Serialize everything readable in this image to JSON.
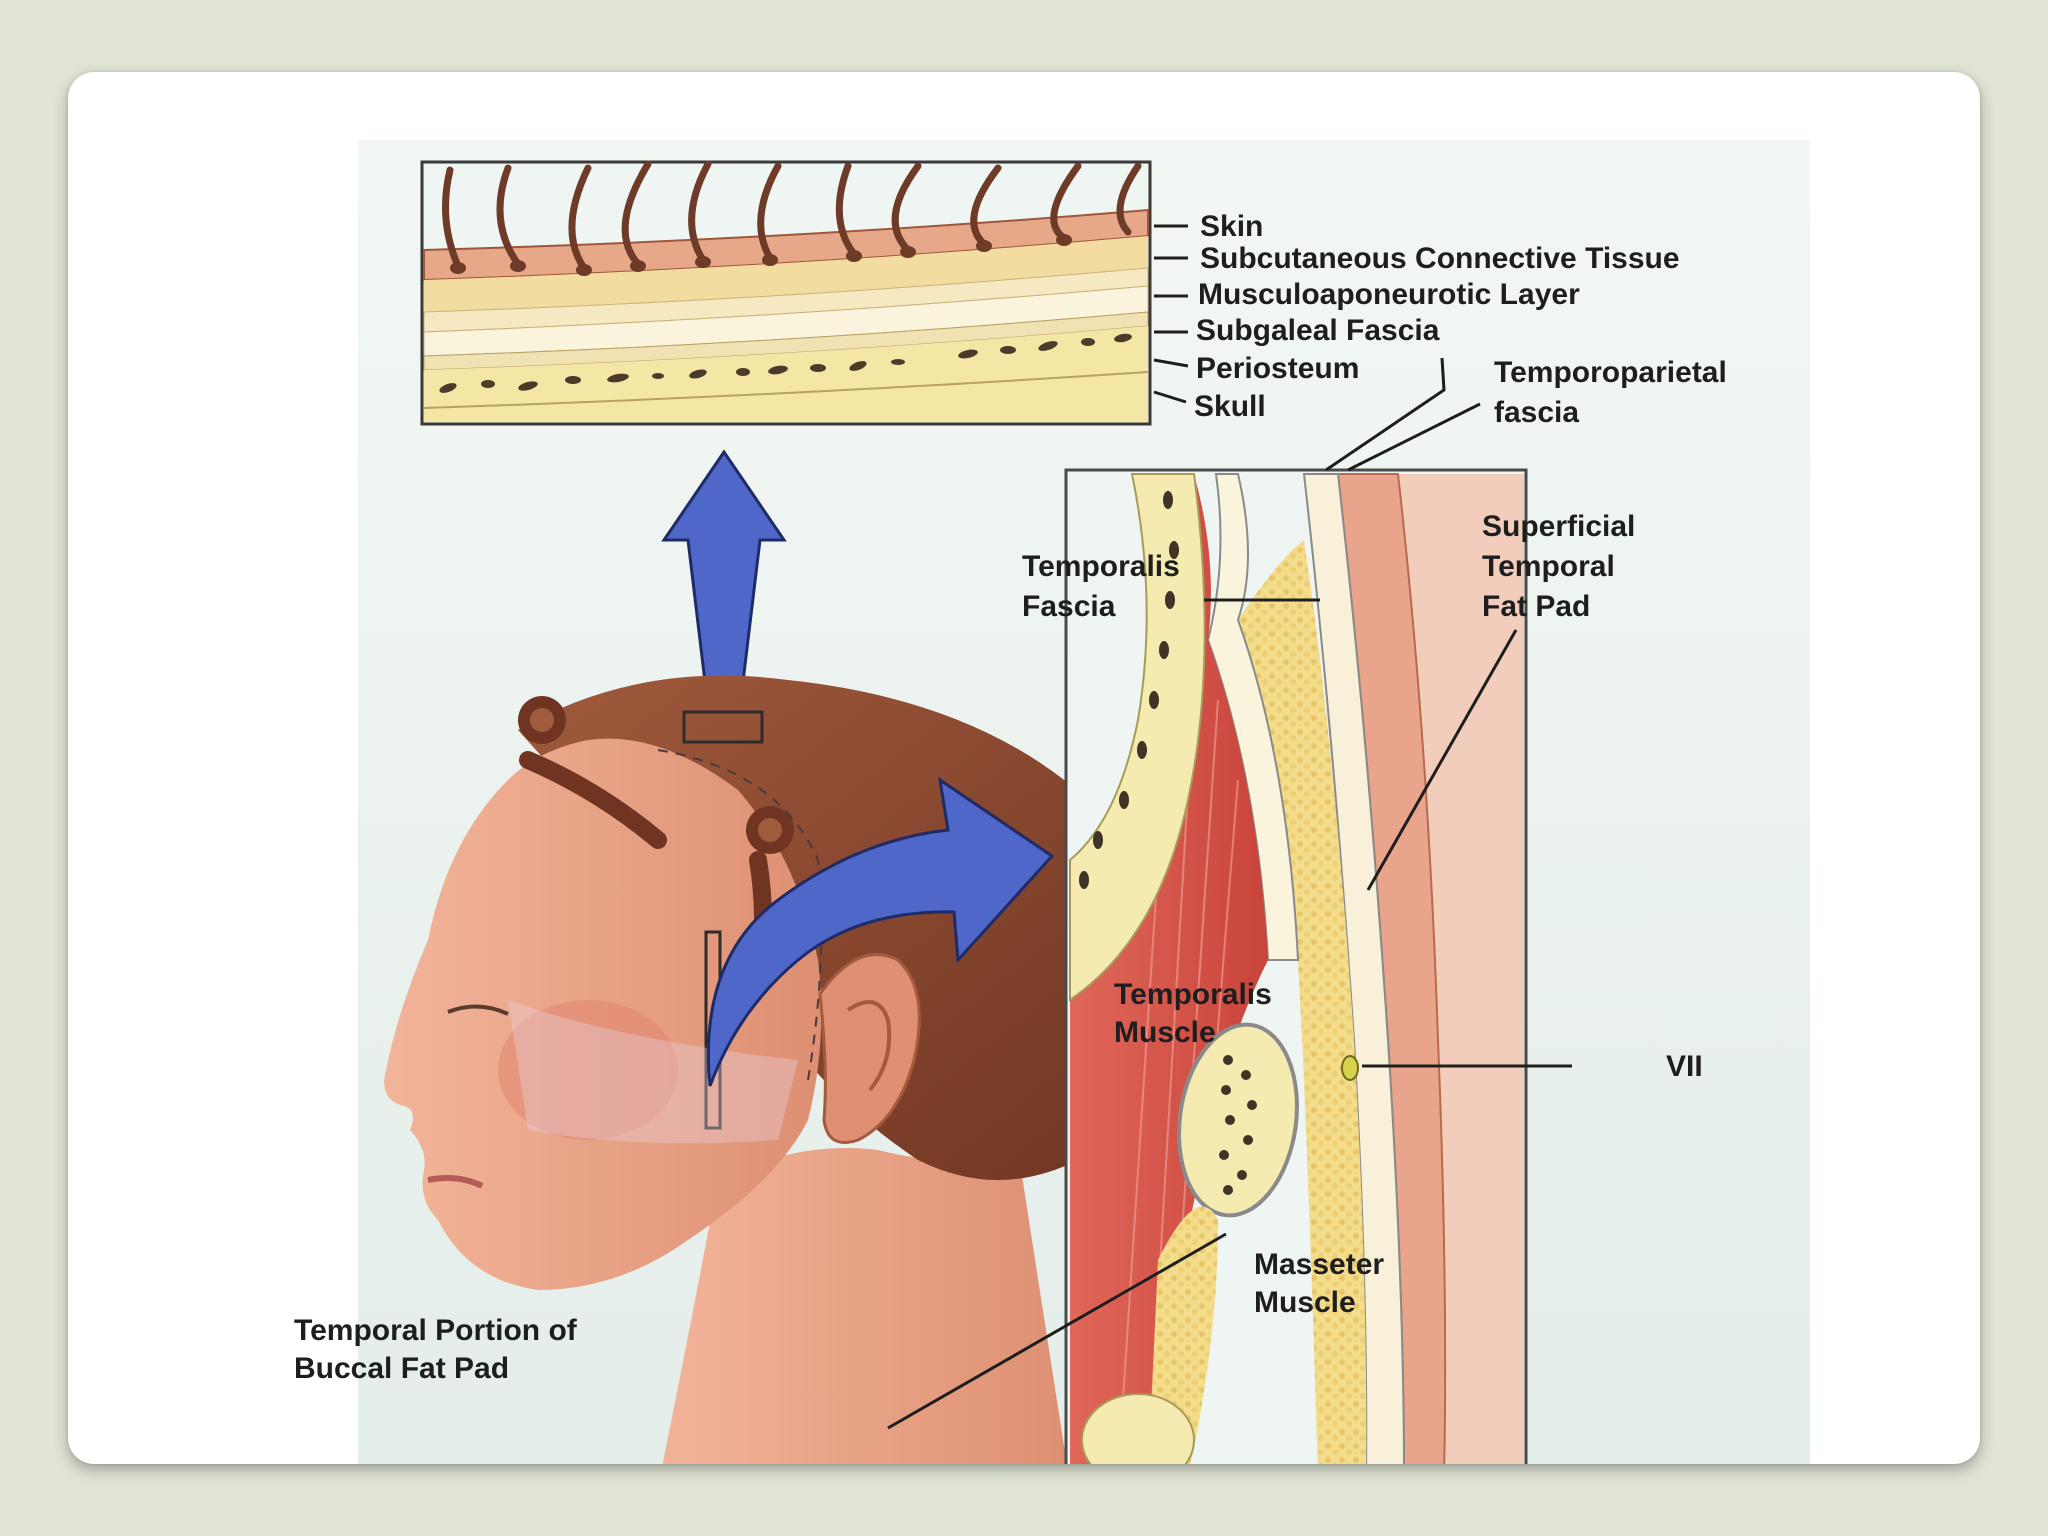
{
  "figure": {
    "layer_labels": {
      "skin": "Skin",
      "subcutaneous": "Subcutaneous Connective Tissue",
      "musculoaponeurotic": "Musculoaponeurotic Layer",
      "subgaleal": "Subgaleal Fascia",
      "periosteum": "Periosteum",
      "skull": "Skull"
    },
    "detail_labels": {
      "temporoparietal_line1": "Temporoparietal",
      "temporoparietal_line2": "fascia",
      "superficial_line1": "Superficial",
      "superficial_line2": "Temporal",
      "superficial_line3": "Fat Pad",
      "temporalis_fascia_line1": "Temporalis",
      "temporalis_fascia_line2": "Fascia",
      "temporalis_muscle_line1": "Temporalis",
      "temporalis_muscle_line2": "Muscle",
      "masseter_line1": "Masseter",
      "masseter_line2": "Muscle",
      "nerve": "VII"
    },
    "head_labels": {
      "buccal_line1": "Temporal Portion of",
      "buccal_line2": "Buccal Fat Pad"
    },
    "colors": {
      "background": "#dfe4d4",
      "panel": "#e9f0ee",
      "skin": "#e9a58c",
      "hair": "#8b4a33",
      "muscle": "#d9564a",
      "fat": "#f3dc8a",
      "bone": "#f5eab0",
      "arrow": "#4f67c8"
    }
  }
}
